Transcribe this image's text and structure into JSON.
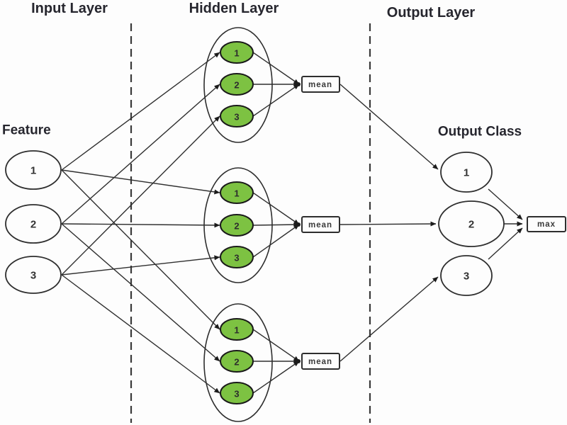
{
  "diagram": {
    "layer_titles": {
      "input": "Input Layer",
      "hidden": "Hidden Layer",
      "output": "Output Layer"
    },
    "feature_label": "Feature",
    "output_class_label": "Output Class",
    "input_nodes": [
      "1",
      "2",
      "3"
    ],
    "hidden_groups": [
      {
        "agg": "mean",
        "nodes": [
          "1",
          "2",
          "3"
        ]
      },
      {
        "agg": "mean",
        "nodes": [
          "1",
          "2",
          "3"
        ]
      },
      {
        "agg": "mean",
        "nodes": [
          "1",
          "2",
          "3"
        ]
      }
    ],
    "output_nodes": [
      "1",
      "2",
      "3"
    ],
    "max_label": "max",
    "colors": {
      "hidden_node_fill": "#7dc242",
      "hidden_node_border": "#1a1a1a",
      "line": "#2f2f2f",
      "highlight_digit": "#b04522"
    }
  }
}
